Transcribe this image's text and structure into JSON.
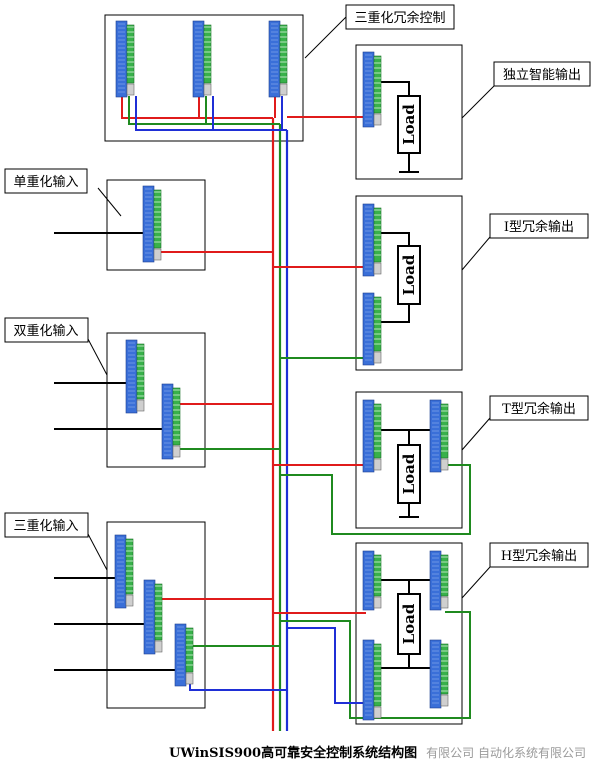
{
  "labels": {
    "triple_control": "三重化冗余控制",
    "independent_output": "独立智能输出",
    "single_input": "单重化输入",
    "i_output": "I型冗余输出",
    "double_input": "双重化输入",
    "t_output": "T型冗余输出",
    "triple_input": "三重化输入",
    "h_output": "H型冗余输出"
  },
  "load_label": "Load",
  "caption": "UWinSIS900高可靠安全控制系统结构图",
  "watermark": "有限公司   自动化系统有限公司",
  "colors": {
    "red": "#e01b1b",
    "green": "#1f8a1f",
    "blue": "#1f2fd6",
    "black": "#000000",
    "module_blue": "#3a6fd8",
    "module_green": "#38b14a"
  }
}
